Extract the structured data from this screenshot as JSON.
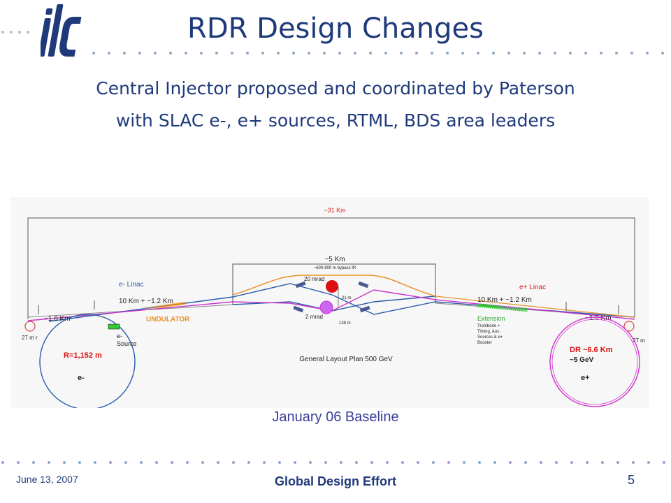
{
  "slide": {
    "logo_text": "ilc",
    "title": "RDR Design Changes",
    "subtitle_line1": "Central Injector proposed and coordinated by Paterson",
    "subtitle_line2": "with SLAC e-, e+ sources, RTML, BDS area leaders",
    "caption": "January 06 Baseline",
    "footer_date": "June 13, 2007",
    "footer_center": "Global Design Effort",
    "page_number": "5"
  },
  "diagram": {
    "top_length": "~31 Km",
    "central_length": "~5 Km",
    "central_bypass": "~600-800 m bypass IR",
    "crossing_top": "20 mrad",
    "crossing_bottom": "2 mrad",
    "ir_separation": "21 m",
    "ir_offset": "138 m",
    "left_linac": "e- Linac",
    "left_linac_length": "10 Km + ~1.2 Km",
    "undulator": "UNDULATOR",
    "left_arc_length": "~1.6 Km",
    "left_turn_radius": "27 m r",
    "source_line1": "e-",
    "source_line2": "Source",
    "left_ring_radius": "R=1,152 m",
    "left_ring_particle": "e-",
    "plan_title": "General Layout Plan 500 GeV",
    "right_linac": "e+ Linac",
    "right_linac_length": "10 Km + ~1.2 Km",
    "extension": "Extension",
    "extension_detail_1": "Trombone +",
    "extension_detail_2": "Timing, Aux.",
    "extension_detail_3": "Sources & e+",
    "extension_detail_4": "Booster",
    "right_arc_length": "~1.6 Km",
    "right_turn_radius": "27 m",
    "dr_length": "DR ~6.6 Km",
    "dr_energy": "~5 GeV",
    "right_ring_particle": "e+",
    "colors": {
      "electron_line": "#2a5caa",
      "positron_line": "#cc33cc",
      "orange_line": "#e8922a",
      "ir_red": "#dd1111",
      "green": "#33cc33",
      "text_blue": "#1f3a7a",
      "title_blue": "#1f3a7a"
    }
  }
}
